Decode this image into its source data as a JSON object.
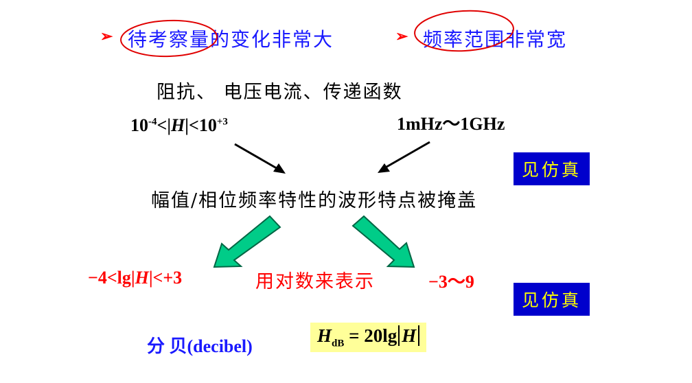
{
  "header": {
    "bullet_symbol": "➢",
    "left_topic": "待考察量的变化非常大",
    "right_topic": "频率范围非常宽"
  },
  "quantities": "阻抗、 电压电流、传递函数",
  "range_left": {
    "base1": "10",
    "exp1": "-4",
    "mid": "<|",
    "var": "H",
    "mid2": "|<10",
    "exp2": "+3"
  },
  "range_right": "1mHz～1GHz",
  "sim_label_1": "见仿真",
  "sim_label_2": "见仿真",
  "consequence": "幅值/相位频率特性的波形特点被掩盖",
  "log_left": {
    "pre": "−4<lg|",
    "var": "H",
    "post": "|<+3"
  },
  "log_middle": "用对数来表示",
  "log_right": "−3～9",
  "decibel_label": "分 贝(decibel)",
  "formula": {
    "var": "H",
    "sub": "dB",
    "eq": " = 20lg",
    "abs_var": "H"
  },
  "colors": {
    "blue_text": "#1a1aff",
    "red_text": "#ff0000",
    "arrow_fill": "#00cc88",
    "sim_bg": "#0000cc",
    "sim_text": "#ffff00",
    "formula_bg": "#ffff99"
  }
}
